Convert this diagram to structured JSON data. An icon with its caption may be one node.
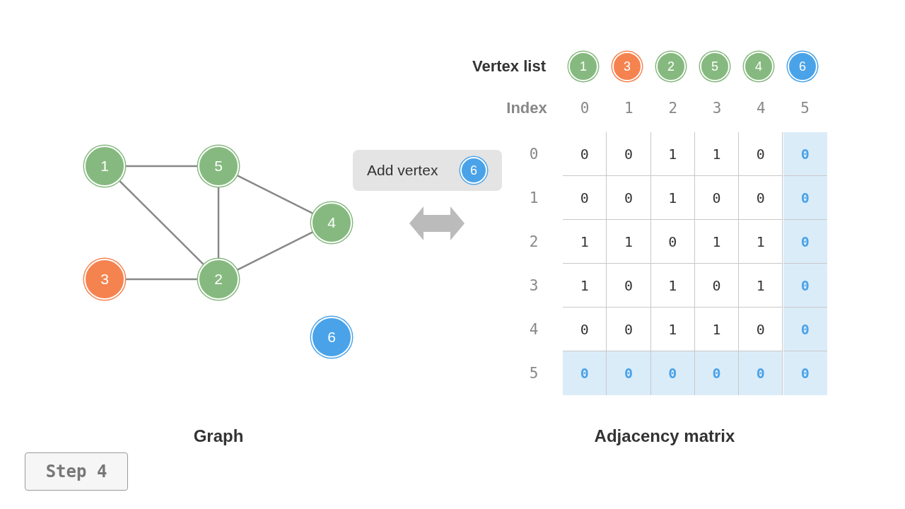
{
  "diagram": {
    "nodes": [
      {
        "text": [
          "1"
        ]
      },
      {
        "text": [
          "5"
        ]
      },
      {
        "text": [
          "4"
        ]
      },
      {
        "text": [
          "3"
        ]
      },
      {
        "text": [
          "2"
        ]
      },
      {
        "text": [
          "6"
        ]
      },
      {
        "text": [
          "1"
        ]
      },
      {
        "text": [
          "3"
        ]
      },
      {
        "text": [
          "2"
        ]
      },
      {
        "text": [
          "5"
        ]
      },
      {
        "text": [
          "4"
        ]
      },
      {
        "text": [
          "6"
        ]
      },
      {
        "text": [
          "Add vertex"
        ]
      },
      {
        "text": [
          "6"
        ],
        "in": 12
      }
    ],
    "edges": [
      {
        "from": 0,
        "to": 1,
        "arrow": "none"
      },
      {
        "from": 0,
        "to": 4,
        "arrow": "none"
      },
      {
        "from": 1,
        "to": 4,
        "arrow": "none"
      },
      {
        "from": 1,
        "to": 2,
        "arrow": "none"
      },
      {
        "from": 3,
        "to": 4,
        "arrow": "none"
      },
      {
        "from": 4,
        "to": 2,
        "arrow": "none"
      }
    ],
    "labels": [
      "Vertex list",
      "Index",
      "0",
      "1",
      "2",
      "3",
      "4",
      "5",
      "0",
      "0",
      "0",
      "1",
      "1",
      "0",
      "0",
      "1",
      "0",
      "0",
      "1",
      "0",
      "0",
      "0",
      "2",
      "1",
      "1",
      "0",
      "1",
      "1",
      "0",
      "3",
      "1",
      "0",
      "1",
      "0",
      "1",
      "0",
      "4",
      "0",
      "0",
      "1",
      "1",
      "0",
      "0",
      "5",
      "0",
      "0",
      "0",
      "0",
      "0",
      "0",
      "Graph",
      "Adjacency matrix",
      "Step 4"
    ]
  }
}
